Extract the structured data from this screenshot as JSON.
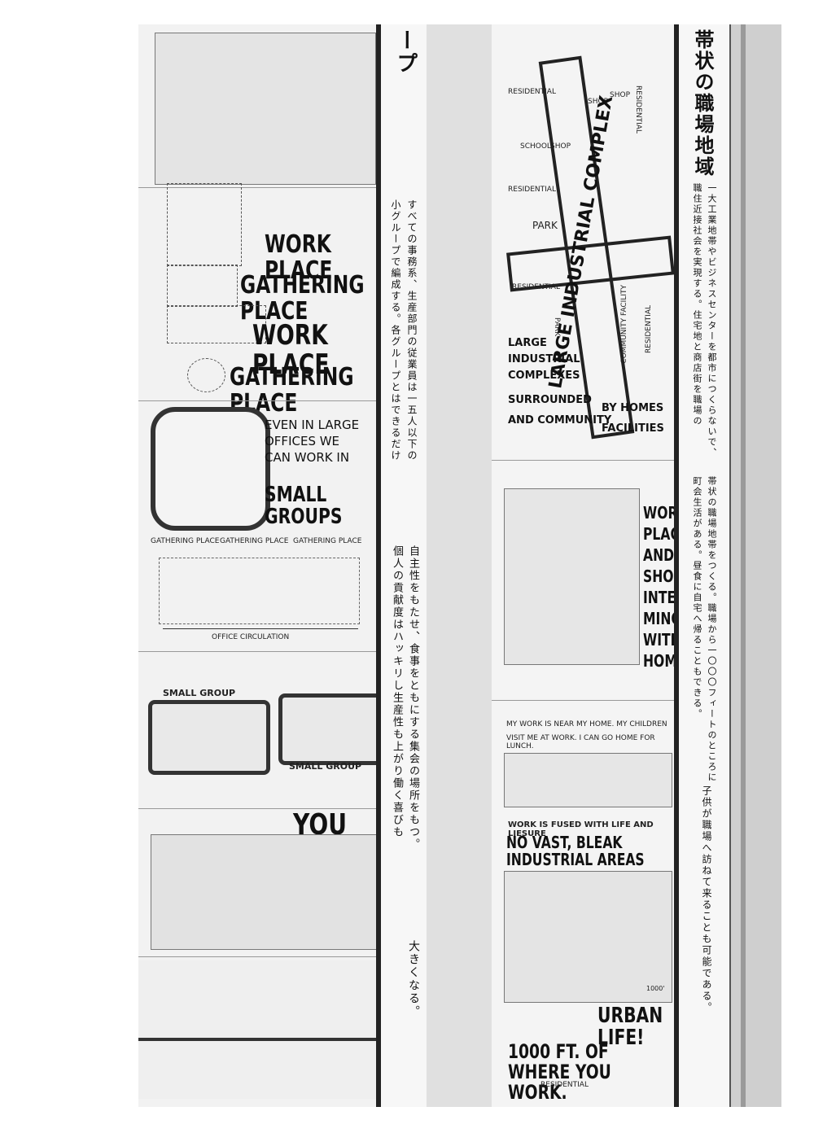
{
  "left_panel": {
    "work_place_1": "WORK PLACE",
    "gathering_place_1": "GATHERING PLACE",
    "work_place_2": "WORK PLACE",
    "gathering_place_2": "GATHERING PLACE",
    "even_line1": "EVEN IN LARGE",
    "even_line2": "OFFICES WE",
    "even_line3": "CAN WORK IN",
    "small_groups": "SMALL GROUPS",
    "gp_a": "GATHERING PLACE",
    "gp_b": "GATHERING PLACE",
    "gp_c": "GATHERING PLACE",
    "office_circulation": "OFFICE CIRCULATION",
    "small_group_1": "SMALL GROUP",
    "small_group_2": "SMALL GROUP",
    "you": "YOU ?"
  },
  "strip1": {
    "title": "少数の職場グループ",
    "col1": "すべての事務系、生産部門の従業員は一五人以下の",
    "col2": "小グループで編成する。各グループとはできるだけ",
    "col3": "自主性をもたせ、食事をともにする集会の場所をもつ。",
    "col4": "個人の貢献度はハッキリし生産性も上がり働く喜びも",
    "col5": "大きくなる。"
  },
  "right_panel": {
    "residential_a": "RESIDENTIAL",
    "shop_a": "SHOP",
    "shop_b": "SHOP",
    "residential_b": "RESIDENTIAL",
    "school": "SCHOOL",
    "shop_c": "SHOP",
    "residential_c": "RESIDENTIAL",
    "park_a": "PARK",
    "residential_d": "RESIDENTIAL",
    "park_b": "PARK",
    "complex": "LARGE INDUSTRIAL COMPLEX",
    "community_facility": "COMMUNITY FACILITY",
    "residential_e": "RESIDENTIAL",
    "caption_l1": "LARGE",
    "caption_l2": "INDUSTRIAL",
    "caption_l3": "COMPLEXES",
    "caption_l4": "SURROUNDED",
    "caption_l5": "AND COMMUNITY",
    "caption_r1": "BY HOMES",
    "caption_r2": "FACILITIES",
    "work_l1": "WORK",
    "work_l2": "PLACE",
    "work_l3": "AND",
    "work_l4": "SHOPS",
    "work_l5": "INTER-",
    "work_l6": "MINGLE",
    "work_l7": "WITH",
    "work_l8": "HOMES",
    "near_l1": "MY WORK IS NEAR MY HOME. MY CHILDREN",
    "near_l2": "VISIT ME AT WORK. I CAN GO HOME FOR LUNCH.",
    "fused": "WORK IS FUSED WITH LIFE AND LIESURE",
    "no_vast": "NO VAST, BLEAK INDUSTRIAL AREAS",
    "urban_life": "URBAN LIFE!",
    "thousand_ft": "1000 FT. OF WHERE YOU WORK.",
    "residential_f": "RESIDENTIAL",
    "dist": "1000'"
  },
  "strip2": {
    "title": "帯状の職場地域",
    "col1": "一大工業地帯やビジネスセンターを都市につくらないで、",
    "col2": "職住近接社会を実現する。住宅地と商店街を職場の",
    "col3": "帯状の職場地帯をつくる。職場から一〇〇〇フィートのところに",
    "col4": "町会生活がある。昼食に自宅へ帰ることもできる。",
    "col5": "子供が職場へ訪ねて来ることも可能である。"
  }
}
